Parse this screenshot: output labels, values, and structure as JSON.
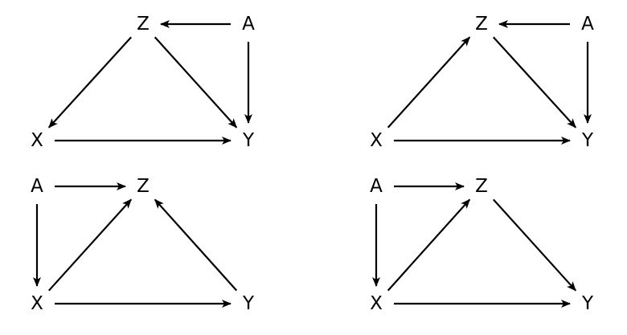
{
  "colors": {
    "ink": "#000000",
    "background": "#ffffff"
  },
  "diagrams": [
    {
      "id": "top-left",
      "nodes": [
        {
          "id": "Z",
          "label": "Z"
        },
        {
          "id": "A",
          "label": "A"
        },
        {
          "id": "X",
          "label": "X"
        },
        {
          "id": "Y",
          "label": "Y"
        }
      ],
      "edges": [
        {
          "from": "A",
          "to": "Z"
        },
        {
          "from": "A",
          "to": "Y"
        },
        {
          "from": "Z",
          "to": "X"
        },
        {
          "from": "Z",
          "to": "Y"
        },
        {
          "from": "X",
          "to": "Y"
        }
      ]
    },
    {
      "id": "top-right",
      "nodes": [
        {
          "id": "Z",
          "label": "Z"
        },
        {
          "id": "A",
          "label": "A"
        },
        {
          "id": "X",
          "label": "X"
        },
        {
          "id": "Y",
          "label": "Y"
        }
      ],
      "edges": [
        {
          "from": "A",
          "to": "Z"
        },
        {
          "from": "A",
          "to": "Y"
        },
        {
          "from": "X",
          "to": "Z"
        },
        {
          "from": "Z",
          "to": "Y"
        },
        {
          "from": "X",
          "to": "Y"
        }
      ]
    },
    {
      "id": "bottom-left",
      "nodes": [
        {
          "id": "A",
          "label": "A"
        },
        {
          "id": "Z",
          "label": "Z"
        },
        {
          "id": "X",
          "label": "X"
        },
        {
          "id": "Y",
          "label": "Y"
        }
      ],
      "edges": [
        {
          "from": "A",
          "to": "Z"
        },
        {
          "from": "A",
          "to": "X"
        },
        {
          "from": "X",
          "to": "Z"
        },
        {
          "from": "Y",
          "to": "Z"
        },
        {
          "from": "X",
          "to": "Y"
        }
      ]
    },
    {
      "id": "bottom-right",
      "nodes": [
        {
          "id": "A",
          "label": "A"
        },
        {
          "id": "Z",
          "label": "Z"
        },
        {
          "id": "X",
          "label": "X"
        },
        {
          "id": "Y",
          "label": "Y"
        }
      ],
      "edges": [
        {
          "from": "A",
          "to": "Z"
        },
        {
          "from": "A",
          "to": "X"
        },
        {
          "from": "X",
          "to": "Z"
        },
        {
          "from": "Z",
          "to": "Y"
        },
        {
          "from": "X",
          "to": "Y"
        }
      ]
    }
  ]
}
